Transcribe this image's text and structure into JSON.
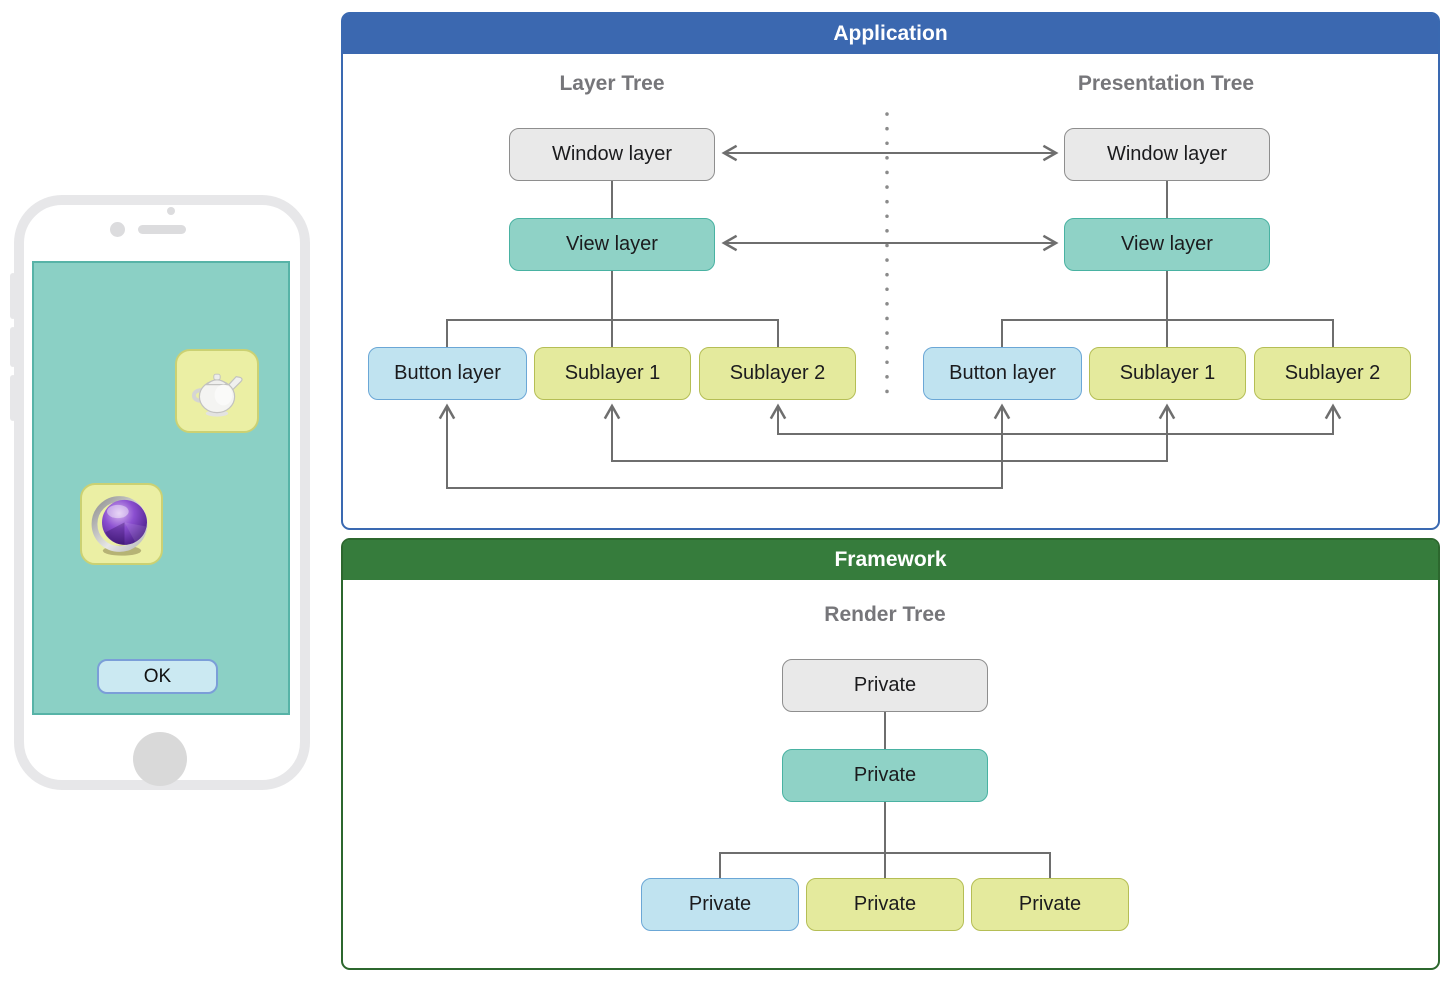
{
  "application": {
    "title": "Application",
    "layer_tree": {
      "title": "Layer Tree",
      "window": "Window layer",
      "view": "View layer",
      "button": "Button layer",
      "sublayer1": "Sublayer 1",
      "sublayer2": "Sublayer 2"
    },
    "presentation_tree": {
      "title": "Presentation Tree",
      "window": "Window layer",
      "view": "View layer",
      "button": "Button layer",
      "sublayer1": "Sublayer 1",
      "sublayer2": "Sublayer 2"
    }
  },
  "framework": {
    "title": "Framework",
    "render_tree": {
      "title": "Render Tree",
      "root": "Private",
      "middle": "Private",
      "child1": "Private",
      "child2": "Private",
      "child3": "Private"
    }
  },
  "phone": {
    "ok_button": "OK",
    "icons": [
      "teapot-icon",
      "sphere-icon"
    ]
  },
  "colors": {
    "application_header": "#3B68B0",
    "application_border": "#3A69B1",
    "framework_header": "#367C3C",
    "framework_border": "#2C672E",
    "node_gray": "#E9E9E9",
    "node_teal": "#8FD2C6",
    "node_blue": "#C0E3F0",
    "node_yellow": "#E4EA9D",
    "connector_gray": "#6E6E6E",
    "screen_teal": "#8BD0C5",
    "tree_title_gray": "#76767A"
  }
}
